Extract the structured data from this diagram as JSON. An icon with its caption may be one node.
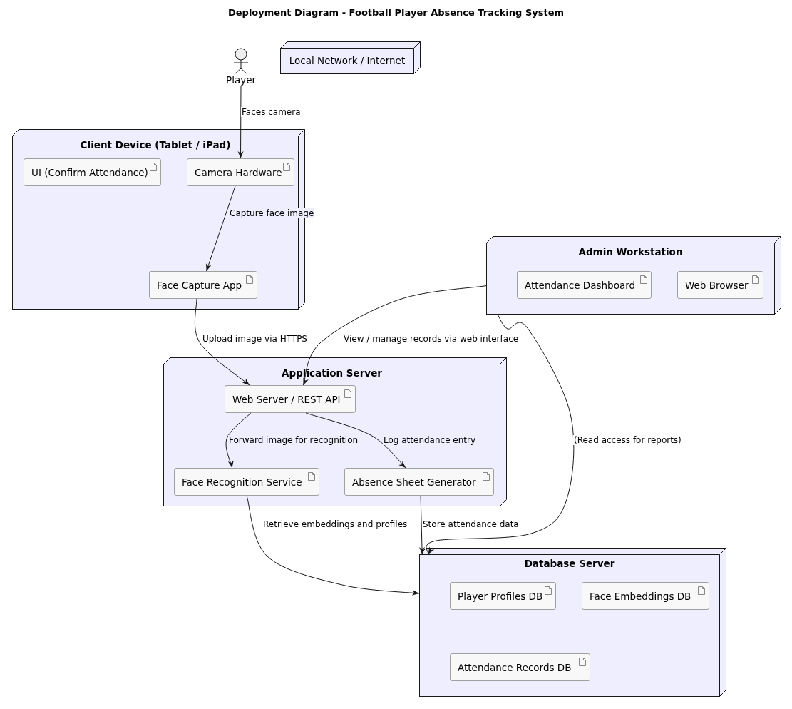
{
  "diagram": {
    "title": "Deployment Diagram - Football Player Absence Tracking System",
    "nodes": [
      {
        "text": [
          "Player"
        ]
      },
      {
        "text": [
          "Local Network / Internet"
        ]
      },
      {
        "text": [
          "Client Device (Tablet / iPad)"
        ]
      },
      {
        "text": [
          "UI (Confirm Attendance)"
        ],
        "in": 2
      },
      {
        "text": [
          "Camera Hardware"
        ],
        "in": 2
      },
      {
        "text": [
          "Face Capture App"
        ],
        "in": 2
      },
      {
        "text": [
          "Admin Workstation"
        ]
      },
      {
        "text": [
          "Attendance Dashboard"
        ],
        "in": 6
      },
      {
        "text": [
          "Web Browser"
        ],
        "in": 6
      },
      {
        "text": [
          "Application Server"
        ]
      },
      {
        "text": [
          "Web Server / REST API"
        ],
        "in": 9
      },
      {
        "text": [
          "Face Recognition Service"
        ],
        "in": 9
      },
      {
        "text": [
          "Absence Sheet Generator"
        ],
        "in": 9
      },
      {
        "text": [
          "Database Server"
        ]
      },
      {
        "text": [
          "Player Profiles DB"
        ],
        "in": 13
      },
      {
        "text": [
          "Face Embeddings DB"
        ],
        "in": 13
      },
      {
        "text": [
          "Attendance Records DB"
        ],
        "in": 13
      }
    ],
    "edges": [
      {
        "from": 0,
        "to": 4,
        "arrow": "to",
        "label": "Faces camera"
      },
      {
        "from": 4,
        "to": 5,
        "arrow": "to",
        "label": "Capture face image"
      },
      {
        "from": 5,
        "to": 10,
        "arrow": "to",
        "label": "Upload image via HTTPS"
      },
      {
        "from": 6,
        "to": 10,
        "arrow": "to",
        "label": "View / manage records via web interface"
      },
      {
        "from": 10,
        "to": 11,
        "arrow": "to",
        "label": "Forward image for recognition"
      },
      {
        "from": 10,
        "to": 12,
        "arrow": "to",
        "label": "Log attendance entry"
      },
      {
        "from": 11,
        "to": 13,
        "arrow": "to",
        "label": "Retrieve embeddings and profiles"
      },
      {
        "from": 12,
        "to": 13,
        "arrow": "to",
        "label": "Store attendance data"
      },
      {
        "from": 6,
        "to": 13,
        "arrow": "to",
        "label": "(Read access for reports)"
      }
    ]
  }
}
